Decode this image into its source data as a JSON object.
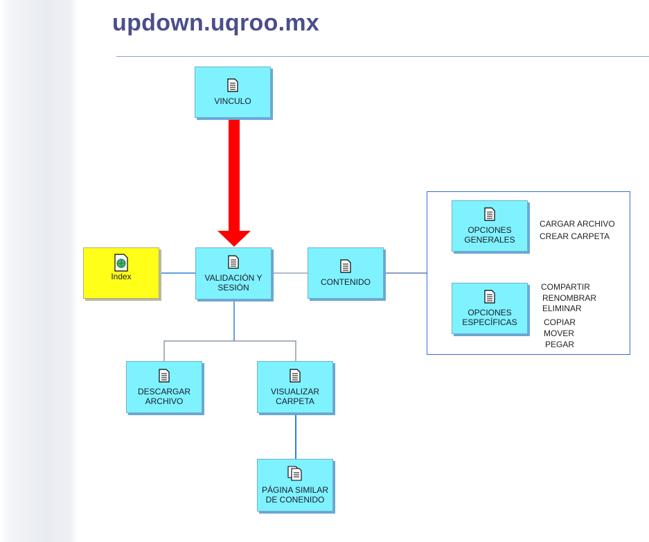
{
  "title": "updown.uqroo.mx",
  "nodes": {
    "vinculo": "VINCULO",
    "index": "Index",
    "validacion": "VALIDACIÓN Y\nSESIÓN",
    "contenido": "CONTENIDO",
    "descargar": "DESCARGAR\nARCHIVO",
    "visualizar": "VISUALIZAR\nCARPETA",
    "pagina": "PÁGINA SIMILAR\nDE CONENIDO",
    "opciones_generales": "OPCIONES\nGENERALES",
    "opciones_especificas": "OPCIONES\nESPECÍFICAS"
  },
  "opciones_generales_items": [
    "CARGAR ARCHIVO",
    "CREAR CARPETA"
  ],
  "opciones_especificas_items": [
    "COMPARTIR",
    "RENOMBRAR",
    "ELIMINAR",
    "COPIAR",
    "MOVER",
    "PEGAR"
  ],
  "colors": {
    "node_fill": "#7ff2ff",
    "index_fill": "#ffff1a",
    "arrow": "#ff0000",
    "connector": "#2f7fd6",
    "title": "#4a4f8a"
  },
  "icons": {
    "page": "document-icon",
    "index": "globe-document-icon",
    "pagina": "multi-document-icon"
  }
}
